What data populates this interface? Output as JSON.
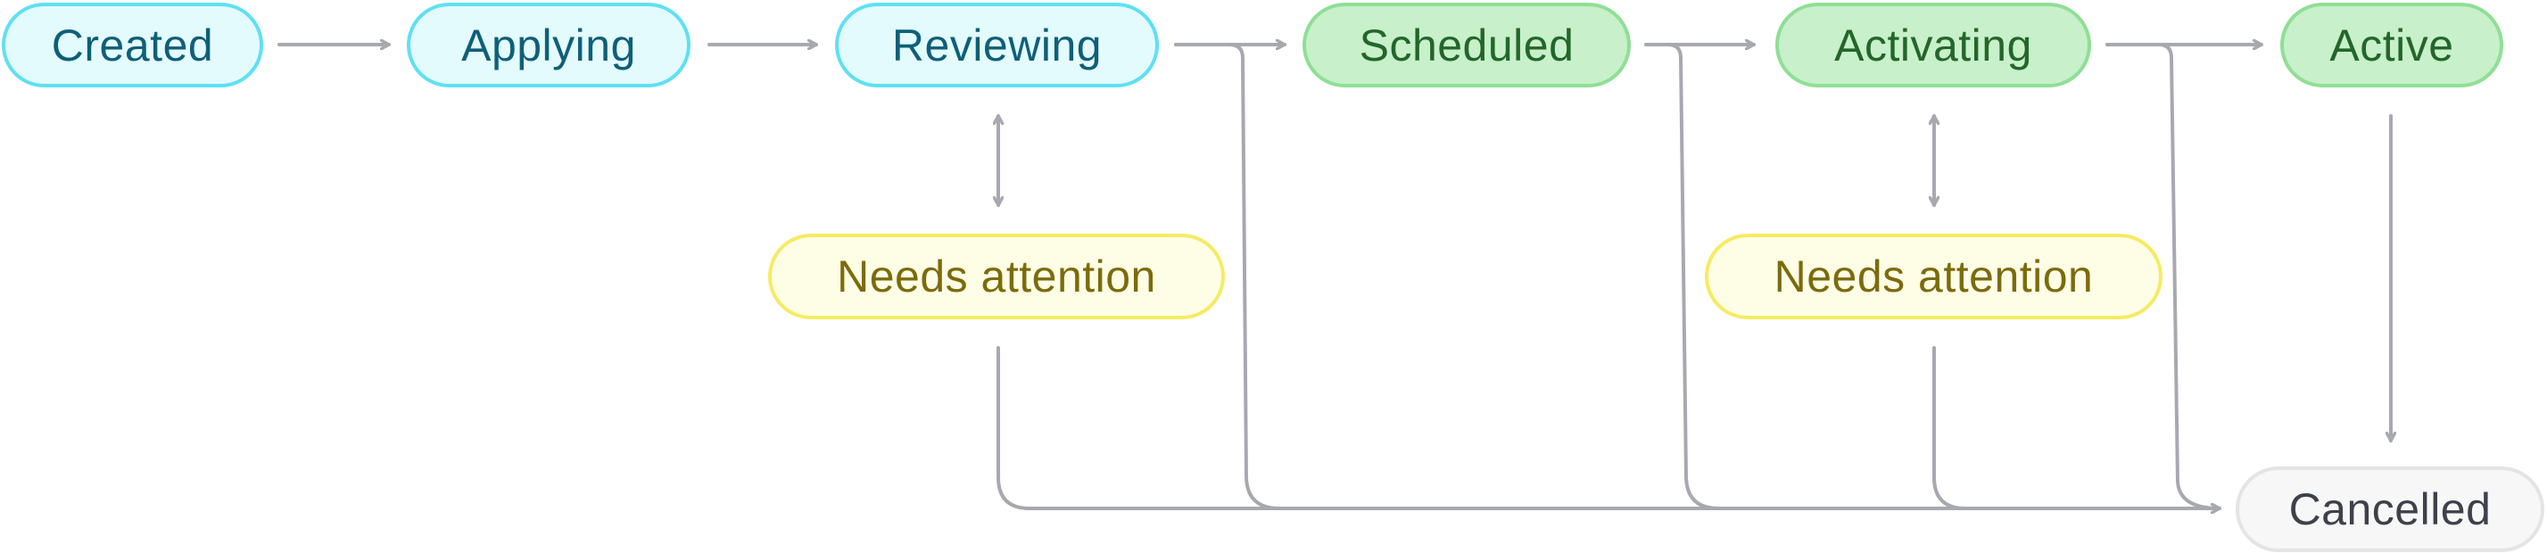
{
  "diagram": {
    "nodes": {
      "created": "Created",
      "applying": "Applying",
      "reviewing": "Reviewing",
      "scheduled": "Scheduled",
      "activating": "Activating",
      "active": "Active",
      "needs_attention_review": "Needs attention",
      "needs_attention_activation": "Needs attention",
      "cancelled": "Cancelled"
    },
    "edges": [
      {
        "from": "Created",
        "to": "Applying"
      },
      {
        "from": "Applying",
        "to": "Reviewing"
      },
      {
        "from": "Reviewing",
        "to": "Scheduled"
      },
      {
        "from": "Scheduled",
        "to": "Activating"
      },
      {
        "from": "Activating",
        "to": "Active"
      },
      {
        "from": "Reviewing",
        "to": "Needs attention",
        "bidirectional": true
      },
      {
        "from": "Activating",
        "to": "Needs attention",
        "bidirectional": true
      },
      {
        "from": "Reviewing",
        "to": "Cancelled"
      },
      {
        "from": "Scheduled",
        "to": "Cancelled"
      },
      {
        "from": "Activating",
        "to": "Cancelled"
      },
      {
        "from": "Active",
        "to": "Cancelled"
      },
      {
        "from": "Needs attention",
        "to": "Cancelled"
      }
    ],
    "colors": {
      "edge": "#a8a9b0",
      "blue_fill": "#e3fbfd",
      "blue_border": "#5fe0f3",
      "blue_text": "#0f5f78",
      "green_fill": "#c7f0cb",
      "green_border": "#8fdf95",
      "green_text": "#24662a",
      "yellow_fill": "#fefee6",
      "yellow_border": "#f6eb62",
      "yellow_text": "#7c6b0c",
      "gray_fill": "#f7f7f7",
      "gray_border": "#e4e4e6",
      "gray_text": "#3e414c"
    }
  }
}
